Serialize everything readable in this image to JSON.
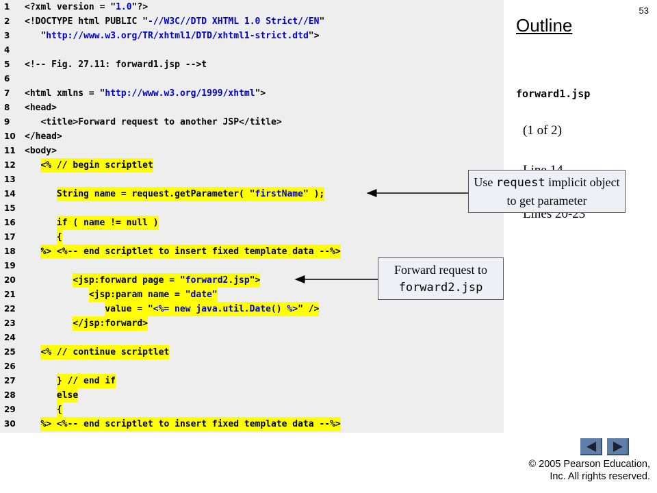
{
  "slide": {
    "page_number": "53",
    "outline_title": "Outline",
    "file_name": "forward1.jsp",
    "part_label": "(1 of 2)",
    "line_refs": [
      "Line 14",
      "Lines 20-23"
    ],
    "copyright_line1": "© 2005 Pearson Education,",
    "copyright_line2": "Inc.  All rights reserved."
  },
  "code": {
    "lines": [
      {
        "n": "1",
        "indent": 0,
        "text": "<?xml version = \"1.0\"?>",
        "hl": false
      },
      {
        "n": "2",
        "indent": 0,
        "text": "<!DOCTYPE html PUBLIC \"-//W3C//DTD XHTML 1.0 Strict//EN\"",
        "hl": false
      },
      {
        "n": "3",
        "indent": 3,
        "text": "\"http://www.w3.org/TR/xhtml1/DTD/xhtml1-strict.dtd\">",
        "hl": false
      },
      {
        "n": "4",
        "indent": 0,
        "text": "",
        "hl": false
      },
      {
        "n": "5",
        "indent": 0,
        "text": "<!-- Fig. 27.11: forward1.jsp -->t",
        "hl": false
      },
      {
        "n": "6",
        "indent": 0,
        "text": "",
        "hl": false
      },
      {
        "n": "7",
        "indent": 0,
        "text": "<html xmlns = \"http://www.w3.org/1999/xhtml\">",
        "hl": false
      },
      {
        "n": "8",
        "indent": 0,
        "text": "<head>",
        "hl": false
      },
      {
        "n": "9",
        "indent": 3,
        "text": "<title>Forward request to another JSP</title>",
        "hl": false
      },
      {
        "n": "10",
        "indent": 0,
        "text": "</head>",
        "hl": false
      },
      {
        "n": "11",
        "indent": 0,
        "text": "<body>",
        "hl": false
      },
      {
        "n": "12",
        "indent": 3,
        "text": "<% // begin scriptlet",
        "hl": true
      },
      {
        "n": "13",
        "indent": 0,
        "text": "",
        "hl": false
      },
      {
        "n": "14",
        "indent": 6,
        "text": "String name = request.getParameter( \"firstName\" );",
        "hl": true
      },
      {
        "n": "15",
        "indent": 0,
        "text": "",
        "hl": false
      },
      {
        "n": "16",
        "indent": 6,
        "text": "if ( name != null )",
        "hl": true
      },
      {
        "n": "17",
        "indent": 6,
        "text": "{",
        "hl": true
      },
      {
        "n": "18",
        "indent": 3,
        "text": "%> <%-- end scriptlet to insert fixed template data --%>",
        "hl": true
      },
      {
        "n": "19",
        "indent": 0,
        "text": "",
        "hl": false
      },
      {
        "n": "20",
        "indent": 9,
        "text": "<jsp:forward page = \"forward2.jsp\">",
        "hl": true
      },
      {
        "n": "21",
        "indent": 12,
        "text": "<jsp:param name = \"date\"",
        "hl": true
      },
      {
        "n": "22",
        "indent": 15,
        "text": "value = \"<%= new java.util.Date() %>\" />",
        "hl": true
      },
      {
        "n": "23",
        "indent": 9,
        "text": "</jsp:forward>",
        "hl": true
      },
      {
        "n": "24",
        "indent": 0,
        "text": "",
        "hl": false
      },
      {
        "n": "25",
        "indent": 3,
        "text": "<% // continue scriptlet",
        "hl": true
      },
      {
        "n": "26",
        "indent": 0,
        "text": "",
        "hl": false
      },
      {
        "n": "27",
        "indent": 6,
        "text": "} // end if",
        "hl": true
      },
      {
        "n": "28",
        "indent": 6,
        "text": "else",
        "hl": true
      },
      {
        "n": "29",
        "indent": 6,
        "text": "{",
        "hl": true
      },
      {
        "n": "30",
        "indent": 3,
        "text": "%> <%-- end scriptlet to insert fixed template data --%>",
        "hl": true
      }
    ]
  },
  "callouts": {
    "request": {
      "pre": "Use ",
      "mono": "request",
      "post": " implicit object to get parameter"
    },
    "forward": {
      "pre": "Forward request to",
      "mono": "forward2.jsp"
    }
  },
  "nav": {
    "prev_icon": "triangle-left-icon",
    "next_icon": "triangle-right-icon"
  },
  "colors": {
    "highlight": "#ffff00",
    "code_bg": "#eeeeee",
    "string_blue": "#0000cc",
    "nav_button": "#5f7fa8"
  }
}
